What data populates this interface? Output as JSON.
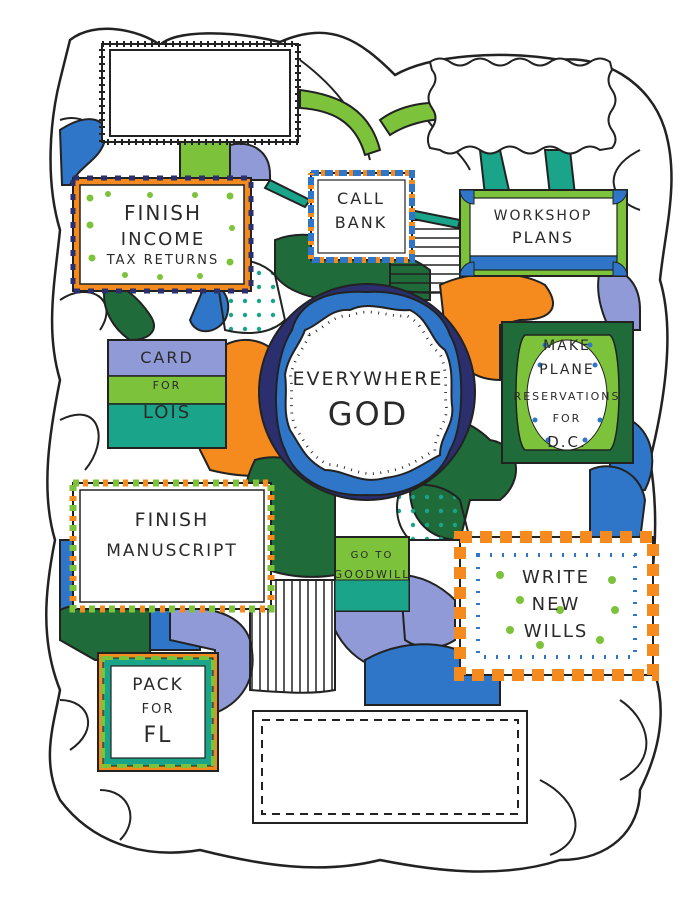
{
  "palette": {
    "ink": "#222222",
    "blue": "#2f76c8",
    "lightgreen": "#7cc23a",
    "darkgreen": "#1f6b3a",
    "orange": "#f58a1f",
    "periwinkle": "#8f9ad6",
    "teal": "#1aa489",
    "navy": "#2b2f6e"
  },
  "center": {
    "line1": "EVERYWHERE",
    "line2": "GOD"
  },
  "boxes": {
    "income_tax": [
      "FINISH",
      "INCOME",
      "TAX RETURNS"
    ],
    "call_bank": [
      "CALL",
      "BANK"
    ],
    "workshop": [
      "WORKSHOP",
      "PLANS"
    ],
    "card_lois": [
      "CARD",
      "FOR",
      "LOIS"
    ],
    "plane": [
      "MAKE",
      "PLANE",
      "RESERVATIONS",
      "FOR",
      "D.C."
    ],
    "manuscript": [
      "FINISH",
      "MANUSCRIPT"
    ],
    "goodwill": [
      "GO TO",
      "GOODWILL"
    ],
    "wills": [
      "WRITE",
      "NEW",
      "WILLS"
    ],
    "pack_fl": [
      "PACK",
      "FOR",
      "FL"
    ]
  }
}
